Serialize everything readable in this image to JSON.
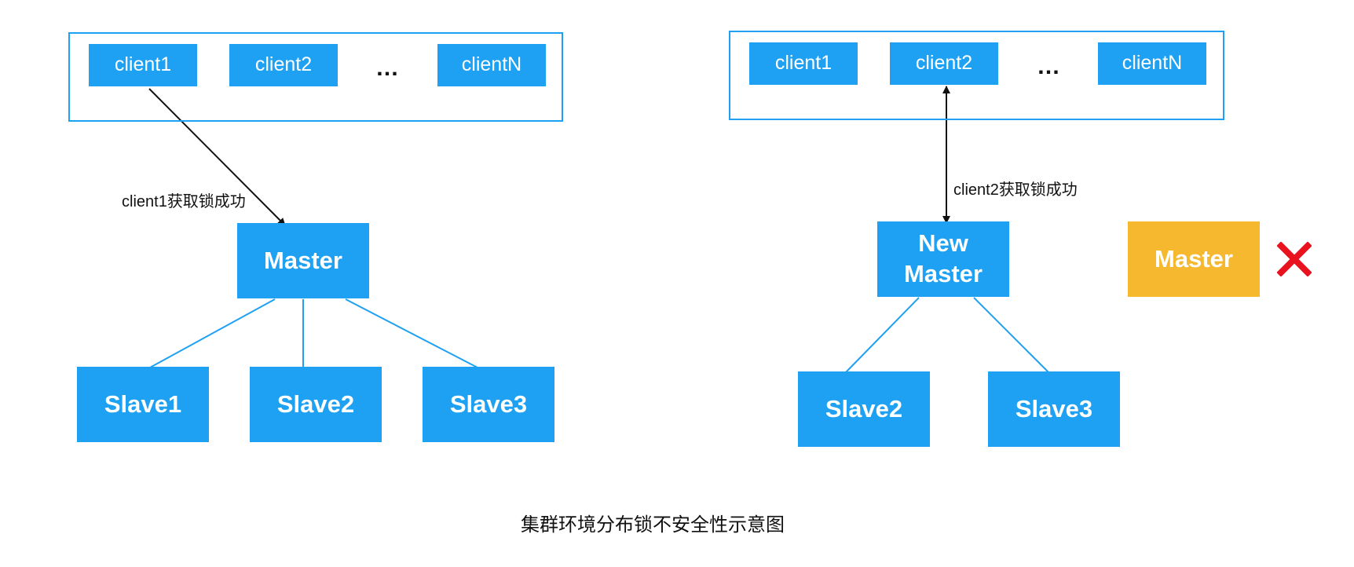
{
  "left": {
    "clients": [
      "client1",
      "client2",
      "clientN"
    ],
    "ellipsis": "…",
    "edge_label": "client1获取锁成功",
    "master": "Master",
    "slaves": [
      "Slave1",
      "Slave2",
      "Slave3"
    ]
  },
  "right": {
    "clients": [
      "client1",
      "client2",
      "clientN"
    ],
    "ellipsis": "…",
    "edge_label": "client2获取锁成功",
    "new_master": "New\nMaster",
    "failed_master": "Master",
    "slaves": [
      "Slave2",
      "Slave3"
    ],
    "failed_marker": "cross-icon"
  },
  "caption": "集群环境分布锁不安全性示意图",
  "colors": {
    "node": "#1ea1f2",
    "failed_node": "#f5b82e",
    "cross": "#e8131f",
    "line": "#1ea1f2",
    "arrow": "#111111"
  }
}
